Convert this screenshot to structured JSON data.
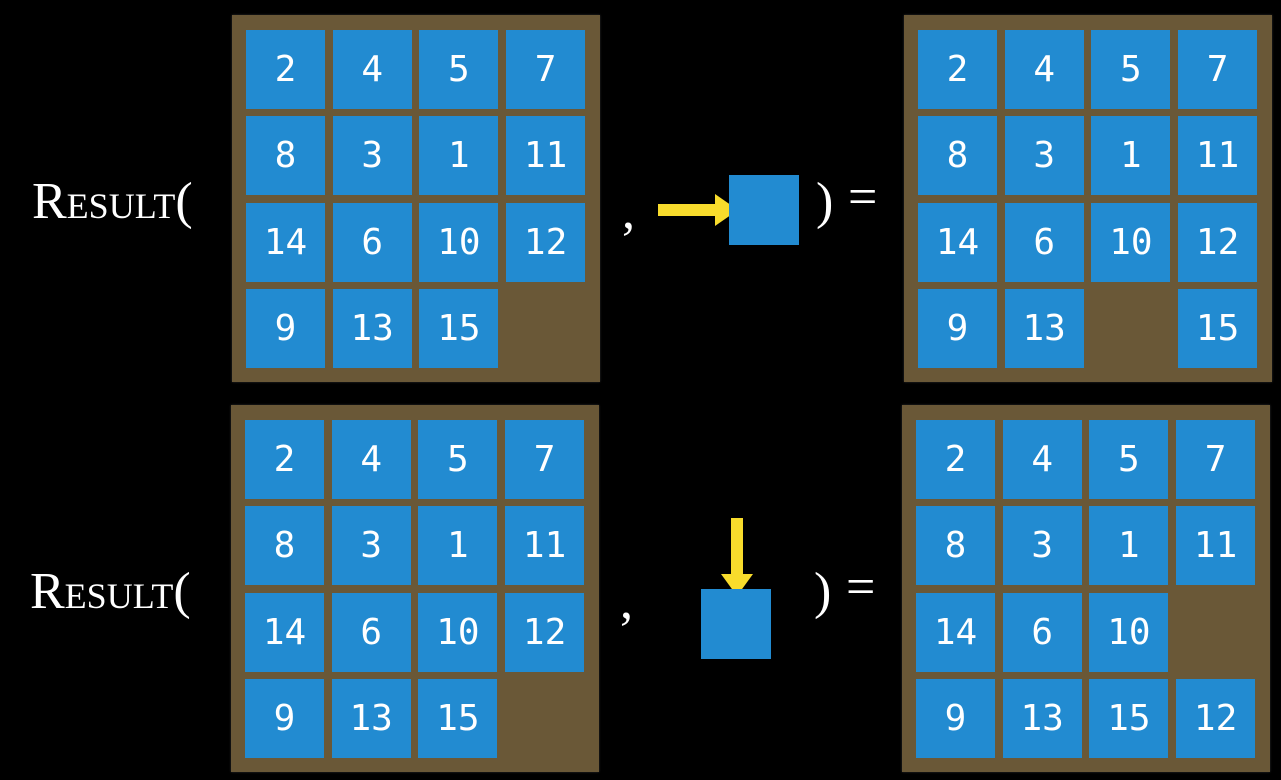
{
  "label": "Result",
  "open_paren": "(",
  "comma": ",",
  "close_paren": ")",
  "equals": "=",
  "colors": {
    "background": "#000000",
    "board": "#6a5837",
    "tile": "#228bd1",
    "arrow": "#f8dc2c",
    "text": "#ffffff"
  },
  "rows": [
    {
      "action": "right-arrow-icon",
      "input": [
        [
          2,
          4,
          5,
          7
        ],
        [
          8,
          3,
          1,
          11
        ],
        [
          14,
          6,
          10,
          12
        ],
        [
          9,
          13,
          15,
          null
        ]
      ],
      "output": [
        [
          2,
          4,
          5,
          7
        ],
        [
          8,
          3,
          1,
          11
        ],
        [
          14,
          6,
          10,
          12
        ],
        [
          9,
          13,
          null,
          15
        ]
      ]
    },
    {
      "action": "down-arrow-icon",
      "input": [
        [
          2,
          4,
          5,
          7
        ],
        [
          8,
          3,
          1,
          11
        ],
        [
          14,
          6,
          10,
          12
        ],
        [
          9,
          13,
          15,
          null
        ]
      ],
      "output": [
        [
          2,
          4,
          5,
          7
        ],
        [
          8,
          3,
          1,
          11
        ],
        [
          14,
          6,
          10,
          null
        ],
        [
          9,
          13,
          15,
          12
        ]
      ]
    }
  ]
}
